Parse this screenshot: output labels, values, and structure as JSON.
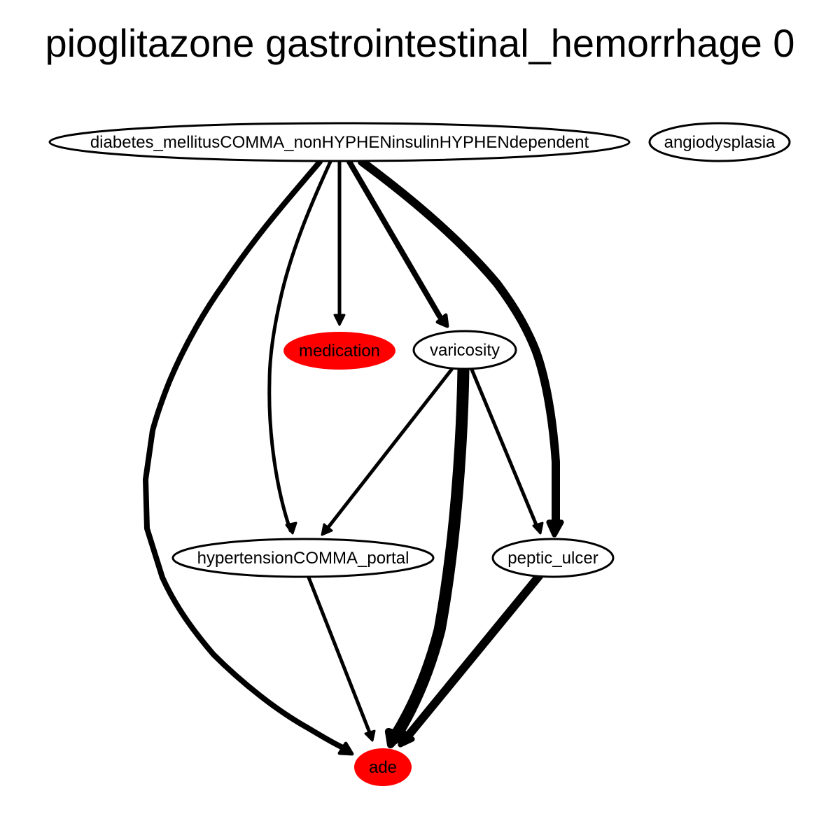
{
  "title": "pioglitazone gastrointestinal_hemorrhage 0",
  "colors": {
    "highlight_fill": "#ff0000",
    "default_fill": "#ffffff",
    "stroke": "#000000",
    "background": "#ffffff"
  },
  "nodes": [
    {
      "id": "diabetes",
      "label": "diabetes_mellitusCOMMA_nonHYPHENinsulinHYPHENdependent",
      "highlighted": false
    },
    {
      "id": "angiodysplasia",
      "label": "angiodysplasia",
      "highlighted": false
    },
    {
      "id": "medication",
      "label": "medication",
      "highlighted": true
    },
    {
      "id": "varicosity",
      "label": "varicosity",
      "highlighted": false
    },
    {
      "id": "hypertension",
      "label": "hypertensionCOMMA_portal",
      "highlighted": false
    },
    {
      "id": "peptic_ulcer",
      "label": "peptic_ulcer",
      "highlighted": false
    },
    {
      "id": "ade",
      "label": "ade",
      "highlighted": true
    }
  ],
  "edges": [
    {
      "from": "diabetes",
      "to": "ade"
    },
    {
      "from": "diabetes",
      "to": "hypertension"
    },
    {
      "from": "diabetes",
      "to": "medication"
    },
    {
      "from": "diabetes",
      "to": "varicosity"
    },
    {
      "from": "diabetes",
      "to": "peptic_ulcer"
    },
    {
      "from": "varicosity",
      "to": "hypertension"
    },
    {
      "from": "varicosity",
      "to": "ade"
    },
    {
      "from": "varicosity",
      "to": "peptic_ulcer"
    },
    {
      "from": "hypertension",
      "to": "ade"
    },
    {
      "from": "peptic_ulcer",
      "to": "ade"
    }
  ]
}
